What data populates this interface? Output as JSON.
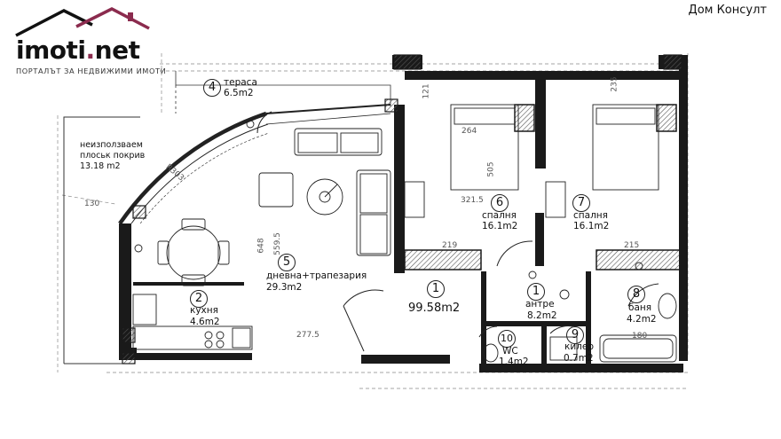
{
  "header": {
    "logo_text": "imoti",
    "logo_dot": ".",
    "logo_suffix": "net",
    "logo_tagline": "ПОРТАЛЪТ ЗА НЕДВИЖИМИ ИМОТИ",
    "agency": "Дом Консулт"
  },
  "colors": {
    "brand": "#8b2b4e",
    "walls": "#1a1a1a",
    "hatch": "#555555"
  },
  "plan": {
    "total_area": "99.58m2",
    "total_number": "1",
    "rooms": [
      {
        "id": "terrace",
        "number": "4",
        "name": "тераса",
        "area": "6.5m2"
      },
      {
        "id": "unused-roof",
        "number": "",
        "name": "неизползваем плоськ покрив",
        "name_line1": "неизползваем",
        "name_line2": "плоськ покрив",
        "area": "13.18 m2"
      },
      {
        "id": "living",
        "number": "5",
        "name": "дневна+трапезария",
        "area": "29.3m2"
      },
      {
        "id": "kitchen",
        "number": "2",
        "name": "кухня",
        "area": "4.6m2"
      },
      {
        "id": "bedroom-1",
        "number": "6",
        "name": "спалня",
        "area": "16.1m2"
      },
      {
        "id": "bedroom-2",
        "number": "7",
        "name": "спалня",
        "area": "16.1m2"
      },
      {
        "id": "hall",
        "number": "1",
        "name": "антре",
        "area": "8.2m2"
      },
      {
        "id": "bathroom",
        "number": "8",
        "name": "баня",
        "area": "4.2m2"
      },
      {
        "id": "wc",
        "number": "10",
        "name": "WC",
        "area": "1.4m2"
      },
      {
        "id": "closet",
        "number": "9",
        "name": "килер",
        "area": "0.7m2"
      }
    ],
    "dimensions": [
      "264",
      "321.5",
      "505",
      "219",
      "277.5",
      "215",
      "648",
      "559.5",
      "130",
      "R303",
      "180",
      "235",
      "121"
    ]
  }
}
